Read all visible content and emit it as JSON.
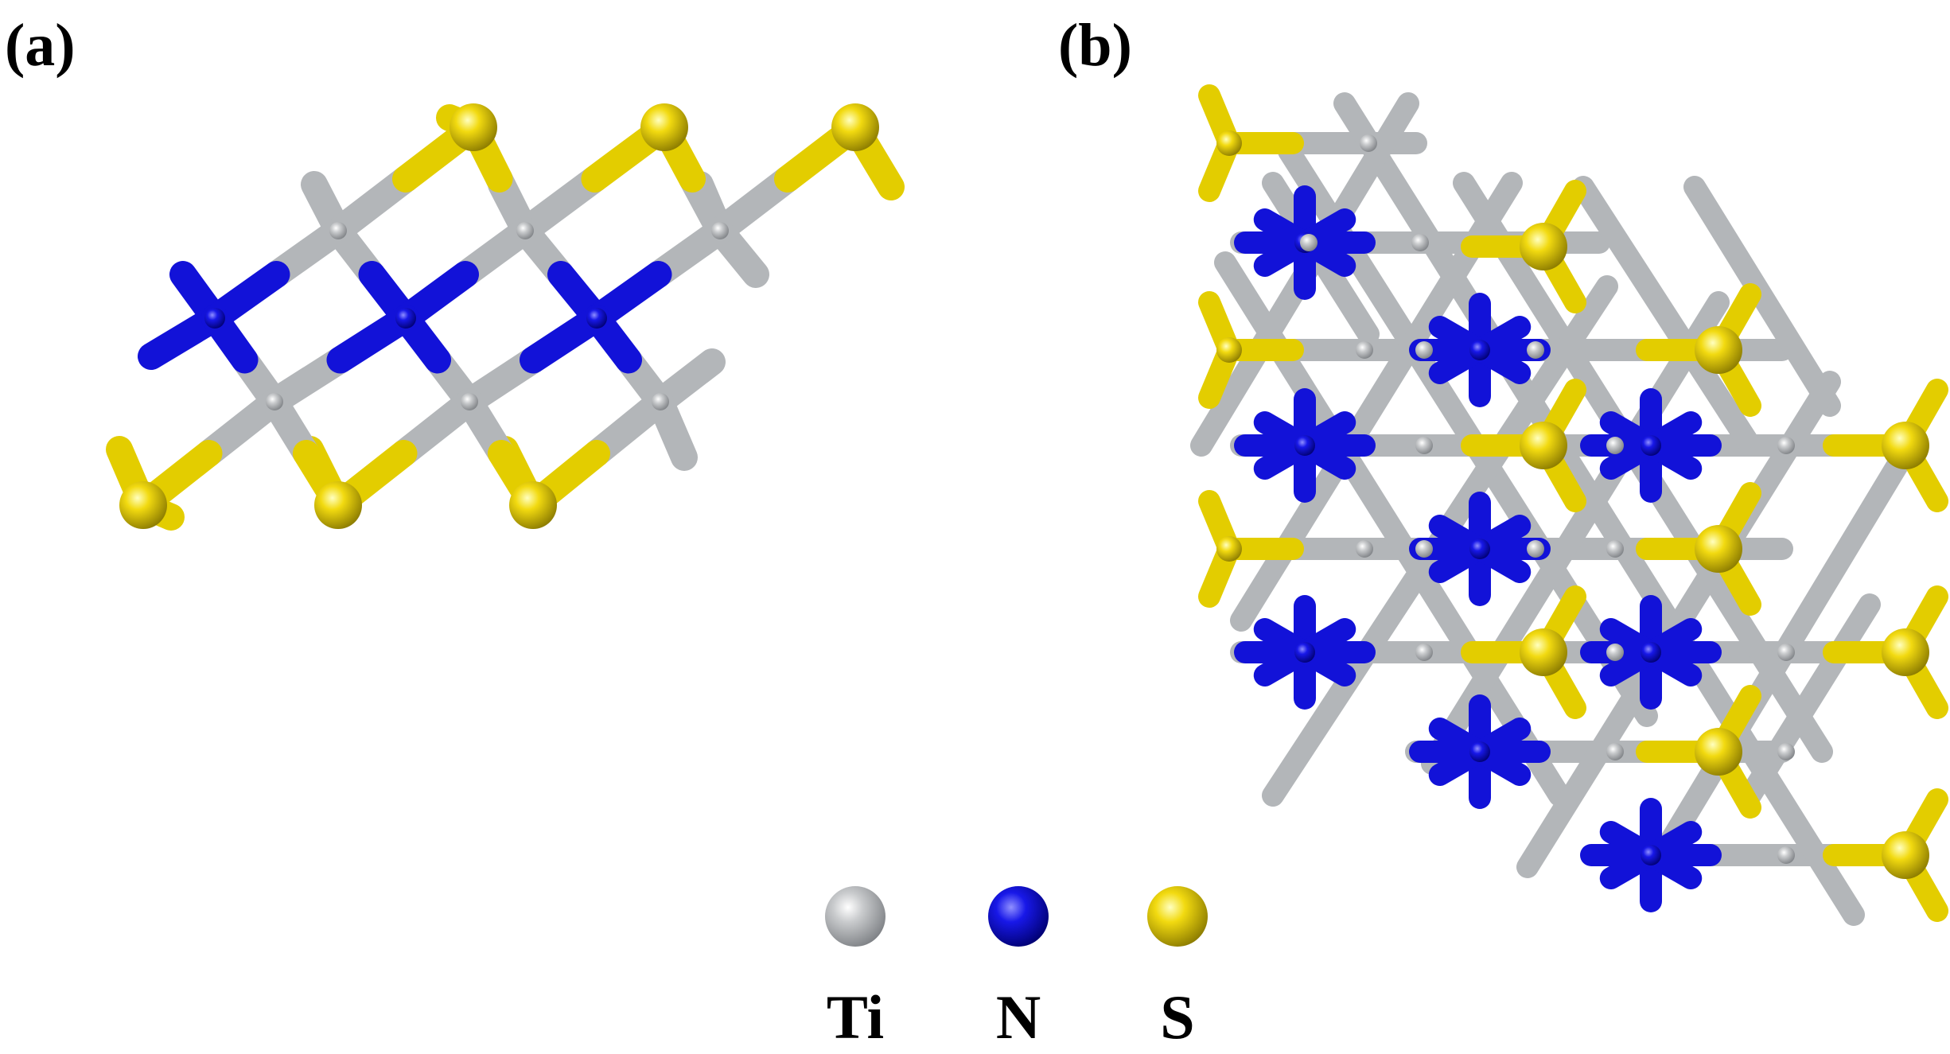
{
  "panels": [
    {
      "label": "(a)"
    },
    {
      "label": "(b)"
    }
  ],
  "legend": [
    {
      "element": "Ti",
      "color": "#b9bcbf"
    },
    {
      "element": "N",
      "color": "#1010e0"
    },
    {
      "element": "S",
      "color": "#e8d200"
    }
  ]
}
